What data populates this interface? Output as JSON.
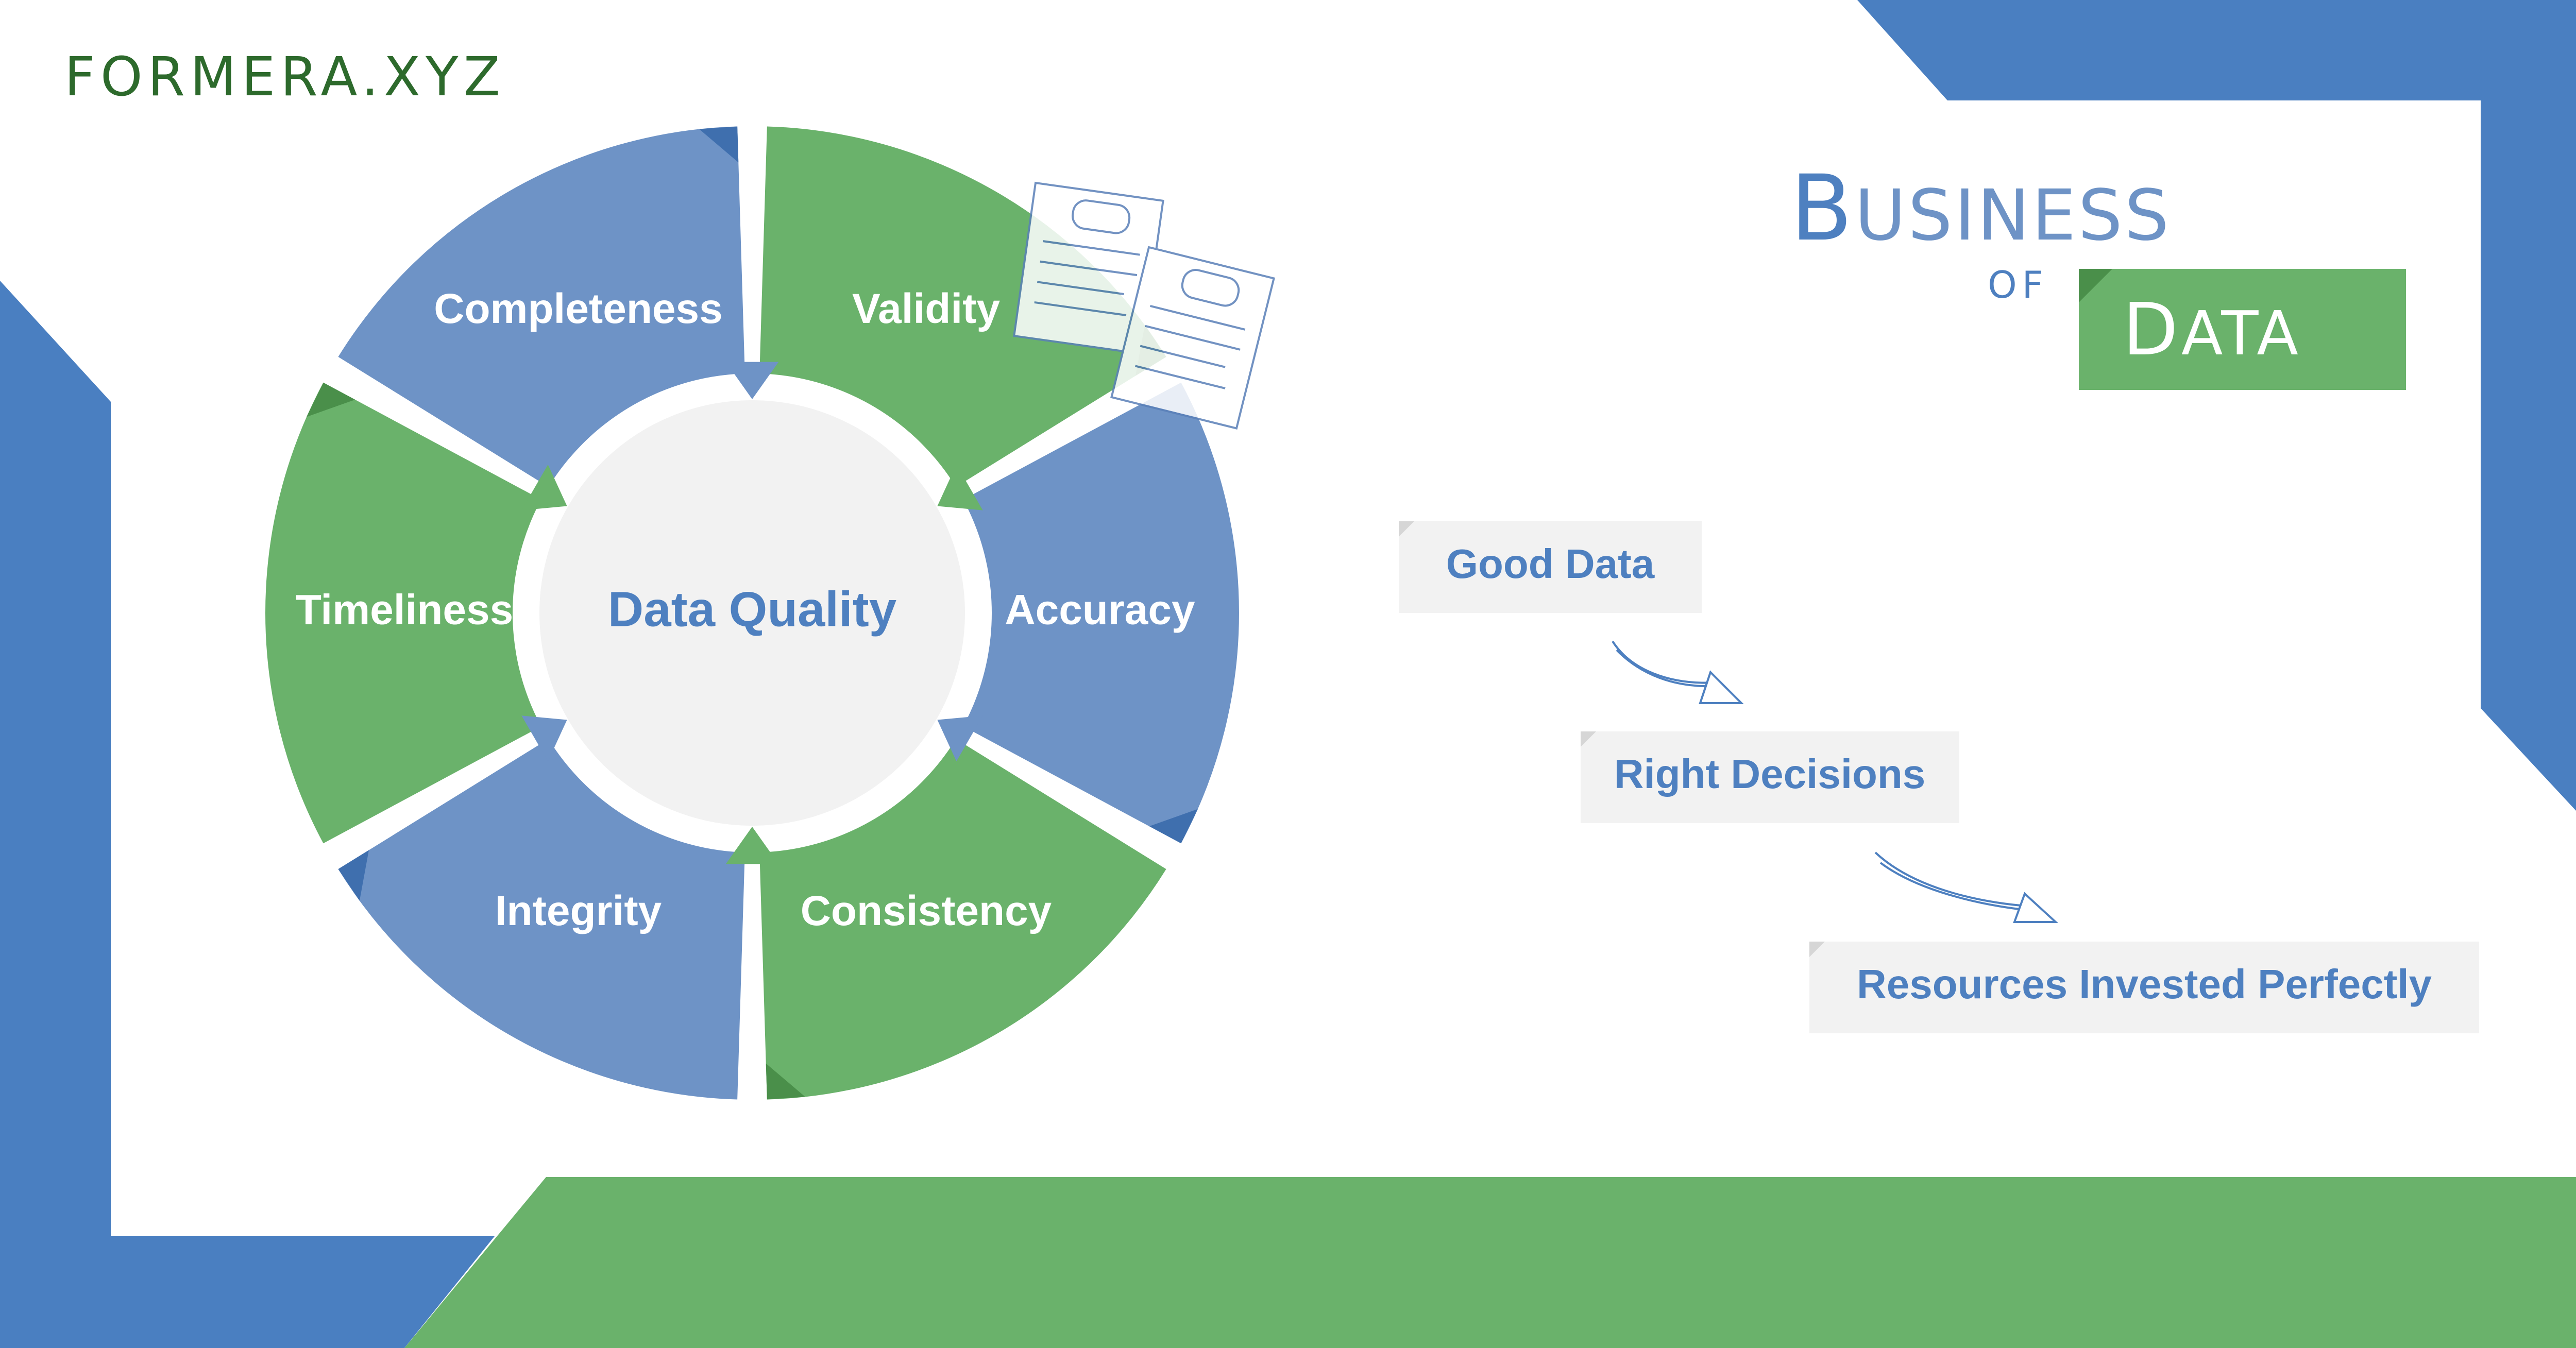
{
  "brand": {
    "logo_text": "FORMERA.XYZ"
  },
  "title": {
    "business_initial": "B",
    "business_rest": "USINESS",
    "of": "OF",
    "data_initial": "D",
    "data_rest": "ATA"
  },
  "wheel": {
    "center": "Data Quality",
    "segments": [
      {
        "label": "Completeness",
        "color": "blue"
      },
      {
        "label": "Validity",
        "color": "green"
      },
      {
        "label": "Accuracy",
        "color": "blue"
      },
      {
        "label": "Consistency",
        "color": "green"
      },
      {
        "label": "Integrity",
        "color": "blue"
      },
      {
        "label": "Timeliness",
        "color": "green"
      }
    ]
  },
  "flow": {
    "steps": [
      "Good Data",
      "Right Decisions",
      "Resources Invested Perfectly"
    ]
  },
  "colors": {
    "blue": "#6e93c6",
    "green": "#6ab26b",
    "frame_blue": "#4a7fc1",
    "frame_green": "#6ab26b",
    "label_blue": "#4e80c0",
    "center_fill": "#f2f2f2",
    "step_fill": "#f2f2f2"
  }
}
